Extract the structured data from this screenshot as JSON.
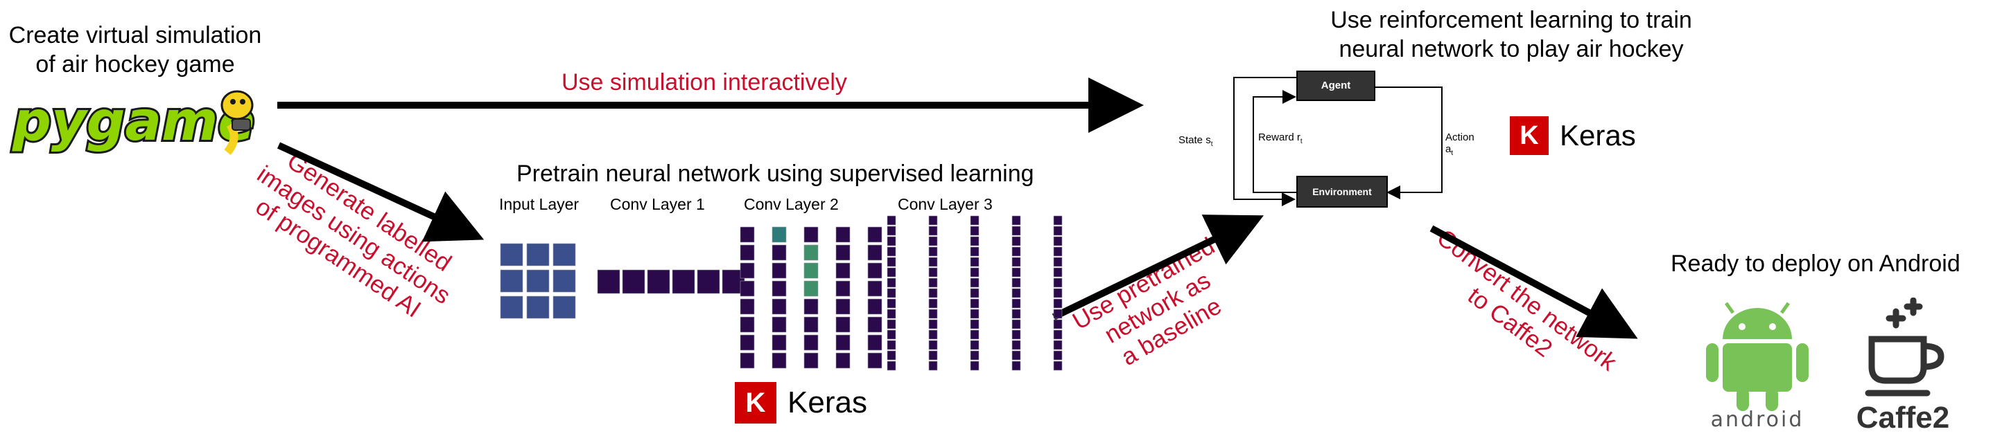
{
  "steps": {
    "create": [
      "Create virtual simulation",
      "of air hockey game"
    ],
    "pretrain": "Pretrain neural network using supervised learning",
    "rl": [
      "Use reinforcement learning to train",
      "neural network to play air hockey"
    ],
    "deploy": "Ready to deploy on Android"
  },
  "arrows": {
    "interactive": "Use simulation interactively",
    "generate": [
      "Generate labelled",
      "images using actions",
      "of programmed AI"
    ],
    "baseline": [
      "Use pretrained",
      "network as",
      "a baseline"
    ],
    "convert": [
      "Convert the network",
      "to Caffe2"
    ]
  },
  "layers": [
    "Input Layer",
    "Conv Layer 1",
    "Conv Layer 2",
    "Conv Layer 3"
  ],
  "rl_diagram": {
    "agent": "Agent",
    "environment": "Environment",
    "state": "State s",
    "state_sub": "t",
    "reward": "Reward r",
    "reward_sub": "t",
    "action": "Action a",
    "action_sub": "t"
  },
  "logos": {
    "pygame": "pygame",
    "keras_letter": "K",
    "keras": "Keras",
    "android": "android",
    "caffe2": "Caffe2"
  },
  "colors": {
    "accent_red": "#c8102e",
    "keras_red": "#d00000",
    "android_green": "#78c257",
    "pygame_green": "#8fd400",
    "feature_map_dark": "#2a0a4a"
  }
}
